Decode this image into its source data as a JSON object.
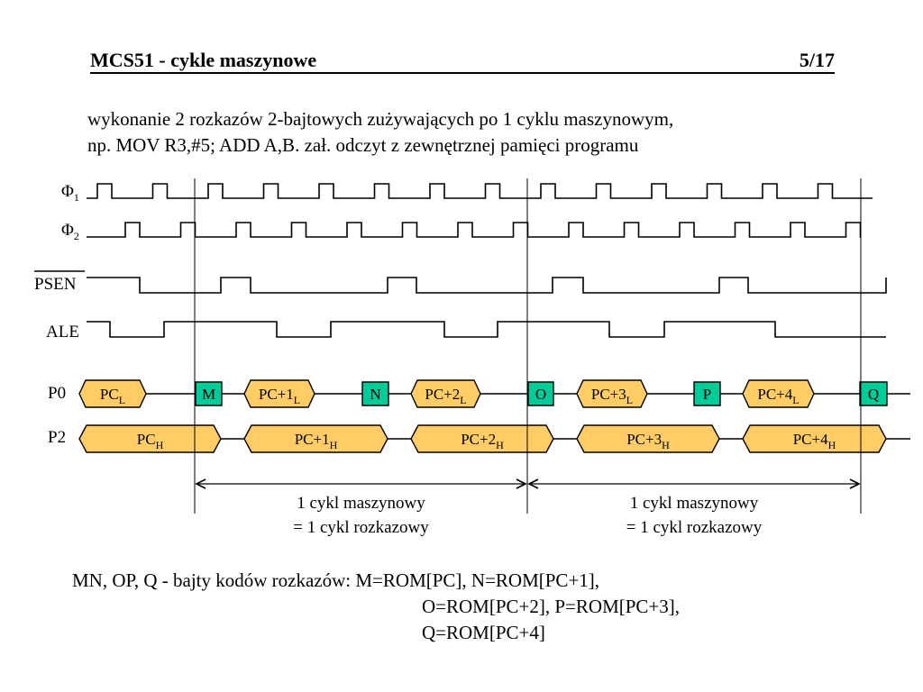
{
  "header": {
    "title": "MCS51 - cykle maszynowe",
    "page": "5/17"
  },
  "intro": {
    "line1": "wykonanie 2 rozkazów 2-bajtowych zużywających po 1 cyklu maszynowym,",
    "line2": "np. MOV R3,#5; ADD A,B. zał. odczyt z zewnętrznej pamięci programu"
  },
  "signals": {
    "phi1": {
      "base": "Φ",
      "sub": "1"
    },
    "phi2": {
      "base": "Φ",
      "sub": "2"
    },
    "psen": "PSEN",
    "ale": "ALE",
    "p0": "P0",
    "p2": "P2"
  },
  "p0_segments": [
    {
      "type": "address",
      "base": "PC",
      "sub": "L"
    },
    {
      "type": "opcode",
      "base": "M",
      "sub": ""
    },
    {
      "type": "address",
      "base": "PC+1",
      "sub": "L"
    },
    {
      "type": "opcode",
      "base": "N",
      "sub": ""
    },
    {
      "type": "address",
      "base": "PC+2",
      "sub": "L"
    },
    {
      "type": "opcode",
      "base": "O",
      "sub": ""
    },
    {
      "type": "address",
      "base": "PC+3",
      "sub": "L"
    },
    {
      "type": "opcode",
      "base": "P",
      "sub": ""
    },
    {
      "type": "address",
      "base": "PC+4",
      "sub": "L"
    },
    {
      "type": "opcode",
      "base": "Q",
      "sub": ""
    }
  ],
  "p2_segments": [
    {
      "base": "PC",
      "sub": "H"
    },
    {
      "base": "PC+1",
      "sub": "H"
    },
    {
      "base": "PC+2",
      "sub": "H"
    },
    {
      "base": "PC+3",
      "sub": "H"
    },
    {
      "base": "PC+4",
      "sub": "H"
    }
  ],
  "cycles": [
    {
      "line1": "1 cykl maszynowy",
      "line2": "= 1 cykl rozkazowy"
    },
    {
      "line1": "1 cykl maszynowy",
      "line2": "= 1 cykl rozkazowy"
    }
  ],
  "footer": {
    "line1": "MN, OP, Q - bajty kodów rozkazów:  M=ROM[PC], N=ROM[PC+1],",
    "line2": "O=ROM[PC+2], P=ROM[PC+3],",
    "line3": "Q=ROM[PC+4]"
  },
  "colors": {
    "address_fill": "#FFCC66",
    "opcode_fill": "#00CC99",
    "line": "#000000"
  }
}
